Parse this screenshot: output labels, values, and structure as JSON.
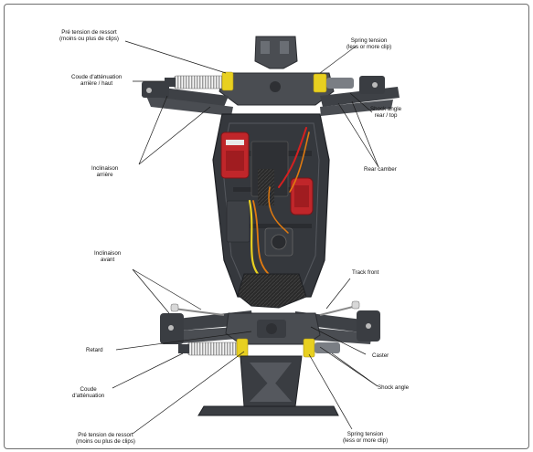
{
  "labels": {
    "pretension_rear_fr": {
      "line1": "Pré tension de ressort",
      "line2": "(moins ou plus de clips)"
    },
    "spring_rear_en": {
      "line1": "Spring tension",
      "line2": "(less or more clip)"
    },
    "coude_rear_fr": {
      "line1": "Coude d'atténuation",
      "line2": "arrière / haut"
    },
    "shock_rear_en": {
      "line1": "Shock angle",
      "line2": "rear / top"
    },
    "inclinaison_rear_fr": {
      "line1": "Inclinaison",
      "line2": "arrière"
    },
    "rear_camber_en": {
      "line1": "Rear camber"
    },
    "inclinaison_front_fr": {
      "line1": "Inclinaison",
      "line2": "avant"
    },
    "track_front_en": {
      "line1": "Track front"
    },
    "retard_fr": {
      "line1": "Retard"
    },
    "caster_en": {
      "line1": "Caster"
    },
    "coude_front_fr": {
      "line1": "Coude",
      "line2": "d'atténuation"
    },
    "shock_front_en": {
      "line1": "Shock angle"
    },
    "pretension_front_fr": {
      "line1": "Pré tension de ressort",
      "line2": "(moins ou plus de clips)"
    },
    "spring_front_en": {
      "line1": "Spring tension",
      "line2": "(less or more clip)"
    }
  },
  "colors": {
    "chassis": "#3a3d42",
    "plastic": "#4a4d52",
    "plastic_light": "#6a6e74",
    "spring_yellow": "#e8d020",
    "motor_red": "#c0262a",
    "wire_orange": "#e07a10",
    "wire_red": "#d42020",
    "carbon": "#2e2e2e",
    "leader_line": "#1a1a1a"
  }
}
